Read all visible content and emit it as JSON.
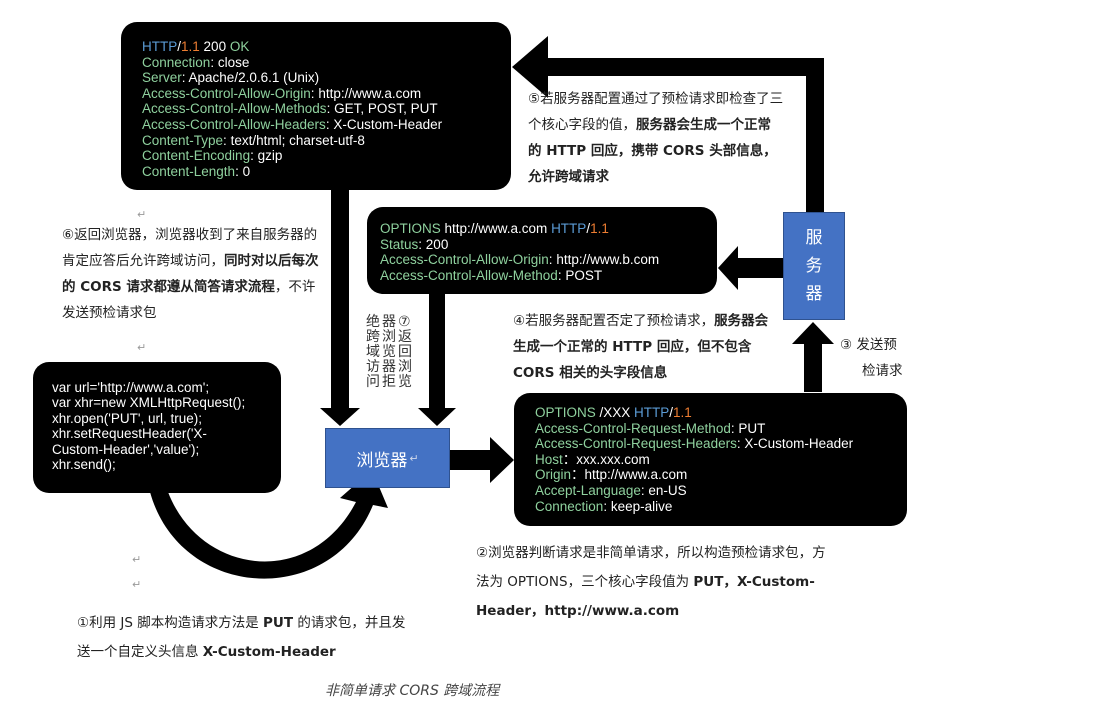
{
  "response_box": {
    "status_line": {
      "proto": "HTTP",
      "slash": "/",
      "ver": "1.1",
      "code": " 200 ",
      "ok": "OK"
    },
    "headers": [
      {
        "k": "Connection",
        "v": "close"
      },
      {
        "k": "Server",
        "v": "Apache/2.0.6.1 (Unix)"
      },
      {
        "k": "Access-Control-Allow-Origin",
        "v": "http://www.a.com"
      },
      {
        "k": "Access-Control-Allow-Methods",
        "v": "GET, POST, PUT"
      },
      {
        "k": "Access-Control-Allow-Headers",
        "v": "X-Custom-Header"
      },
      {
        "k": "Content-Type",
        "v": "text/html; charset-utf-8"
      },
      {
        "k": "Content-Encoding",
        "v": "gzip"
      },
      {
        "k": "Content-Length",
        "v": "0"
      }
    ]
  },
  "denied_box": {
    "line1": {
      "method": "OPTIONS ",
      "url": "http://www.a.com ",
      "proto": "HTTP",
      "slash": "/",
      "ver": "1.1"
    },
    "headers": [
      {
        "k": "Status",
        "v": "200"
      },
      {
        "k": "Access-Control-Allow-Origin",
        "v": "http://www.b.com"
      },
      {
        "k": "Access-Control-Allow-Method",
        "v": "POST"
      }
    ]
  },
  "js_box": {
    "lines": [
      "var url='http://www.a.com';",
      "var xhr=new XMLHttpRequest();",
      "xhr.open('PUT', url, true);",
      "xhr.setRequestHeader('X-",
      "Custom-Header','value');",
      "xhr.send();"
    ]
  },
  "preflight_box": {
    "line1": {
      "method": "OPTIONS ",
      "path": "/XXX ",
      "proto": "HTTP",
      "slash": "/",
      "ver": "1.1"
    },
    "headers": [
      {
        "k": "Access-Control-Request-Method",
        "v": "PUT"
      },
      {
        "k": "Access-Control-Request-Headers",
        "v": "X-Custom-Header"
      },
      {
        "k": "Host",
        "sep": "：",
        "v": "xxx.xxx.com"
      },
      {
        "k": "Origin",
        "sep": "：",
        "v": "http://www.a.com"
      },
      {
        "k": "Accept-Language",
        "v": "en-US"
      },
      {
        "k": "Connection",
        "v": "keep-alive"
      }
    ]
  },
  "nodes": {
    "browser": "浏览器",
    "server_chars": [
      "服",
      "务",
      "器"
    ]
  },
  "notes": {
    "step5": {
      "p1": "⑤若服务器配置通过了预检请求即检查了三个核心字段的值，",
      "b1": "服务器会生成一个正常的 HTTP 回应，携带 CORS 头部信息，允许跨域请求"
    },
    "step6": {
      "p1": "⑥返回浏览器，浏览器收到了来自服务器的肯定应答后允许跨域访问，",
      "b1": "同时对以后每次的 CORS 请求都遵从简答请求流程",
      "p2": "，不许发送预检请求包"
    },
    "step4": {
      "p1": "④若服务器配置否定了预检请求，",
      "b1": "服务器会生成一个正常的 HTTP 回应，但不包含 CORS 相关的头字段信息"
    },
    "step3": {
      "l1": "③ 发送预",
      "l2": "检请求"
    },
    "step7_cols": [
      "绝跨域访问",
      "器浏览器拒",
      "⑦返回浏览"
    ],
    "step2": {
      "p1": "②浏览器判断请求是非简单请求，所以构造预检请求包，方法为 OPTIONS，三个核心字段值为 ",
      "b1": "PUT，X-Custom-Header，http://www.a.com"
    },
    "step1": {
      "p1": "①利用 JS 脚本构造请求方法是 ",
      "b1": "PUT",
      "p2": " 的请求包，并且发送一个自定义头信息 ",
      "b2": "X-Custom-Header"
    }
  },
  "caption": "非简单请求 CORS 跨域流程",
  "para_mark": "↵"
}
